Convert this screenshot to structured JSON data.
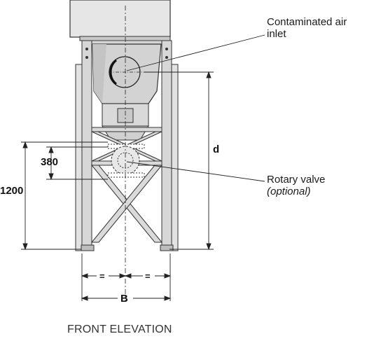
{
  "labels": {
    "inlet_line1": "Contaminated air",
    "inlet_line2": "inlet",
    "valve_line1": "Rotary valve",
    "valve_line2": "(optional)"
  },
  "dimensions": {
    "d": "d",
    "h380": "380",
    "h1200": "1200",
    "eq_left": "=",
    "eq_right": "=",
    "b": "B"
  },
  "caption": "FRONT ELEVATION",
  "colors": {
    "steel_fill": "#d9d9d9",
    "steel_dark": "#bdbdbd",
    "outline": "#333333",
    "leader": "#222222"
  }
}
